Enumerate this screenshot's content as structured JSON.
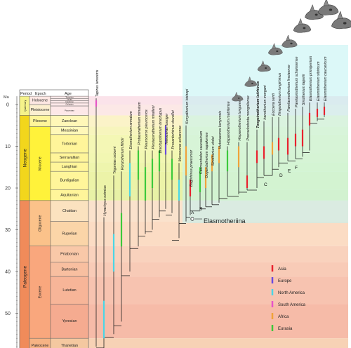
{
  "timescale": {
    "headers": {
      "ma": "Ma",
      "period": "Period",
      "epoch": "Epoch",
      "age": "Age"
    },
    "ticks": [
      "0",
      "10",
      "20",
      "30",
      "40",
      "50"
    ],
    "periods": [
      {
        "label": "Quaternary",
        "color": "#f5f28a"
      },
      {
        "label": "Neogene",
        "color": "#f2d61c"
      },
      {
        "label": "Paleogene",
        "color": "#f08b5a"
      }
    ],
    "epochs": [
      {
        "label": "Holocene",
        "color": "#fce6e2"
      },
      {
        "label": "Pleistocene",
        "color": "#fcefd0"
      },
      {
        "label": "Pliocene",
        "color": "#fff59a"
      },
      {
        "label": "Miocene",
        "color": "#fff23a"
      },
      {
        "label": "Oligocene",
        "color": "#fbc28a"
      },
      {
        "label": "Eocene",
        "color": "#f9a77d"
      },
      {
        "label": "Paleocene",
        "color": "#f6b384"
      }
    ],
    "ages": [
      {
        "label": "Tarantian",
        "color": "#fde8e8"
      },
      {
        "label": "Ionian",
        "color": "#fde8e8"
      },
      {
        "label": "Calabrian",
        "color": "#fde8e8"
      },
      {
        "label": "Gelasian",
        "color": "#fde8e8"
      },
      {
        "label": "Piacenzian",
        "color": "#fde8e8"
      },
      {
        "label": "Zanclean",
        "color": "#fff7b8"
      },
      {
        "label": "Messinian",
        "color": "#fff7b8"
      },
      {
        "label": "Tortonian",
        "color": "#fff59a"
      },
      {
        "label": "Serravallian",
        "color": "#fff59a"
      },
      {
        "label": "Langhian",
        "color": "#fff59a"
      },
      {
        "label": "Burdigalian",
        "color": "#fff59a"
      },
      {
        "label": "Aquitanian",
        "color": "#fff59a"
      },
      {
        "label": "Chattian",
        "color": "#fbe2bf"
      },
      {
        "label": "Rupelian",
        "color": "#fbd5a8"
      },
      {
        "label": "Priabonian",
        "color": "#f9c8a8"
      },
      {
        "label": "Bartonian",
        "color": "#f8bfa0"
      },
      {
        "label": "Lutetian",
        "color": "#f7b598"
      },
      {
        "label": "Ypresian",
        "color": "#f5ab90"
      },
      {
        "label": "Thanetian",
        "color": "#f4c8a0"
      }
    ]
  },
  "taxa": [
    {
      "name": "Tapirus terrestris",
      "color": "#e754c8"
    },
    {
      "name": "Hyrachyus eximius",
      "color": "#4ad6e6"
    },
    {
      "name": "Trigonias osborni",
      "color": "#4ad6e6"
    },
    {
      "name": "Ronzotherium filholi",
      "color": "#3cc93c"
    },
    {
      "name": "Diceratherium armatum",
      "color": "#4ad6e6"
    },
    {
      "name": "Protaceratherium minutum",
      "color": "#3cc93c"
    },
    {
      "name": "Pleuroceros pleuroceros",
      "color": "#3cc93c"
    },
    {
      "name": "Plesiaceratherium mirallesi",
      "color": "#3cc93c"
    },
    {
      "name": "Brachypotherium brachypus",
      "color": "#3cc93c"
    },
    {
      "name": "Teleoceras fossiger",
      "color": "#6a4adf"
    },
    {
      "name": "Prosantorhinus douvillei",
      "color": "#3cc93c"
    },
    {
      "name": "Menoceras arikarense",
      "color": "#4ad6e6"
    },
    {
      "name": "Kenyatherium bishopi",
      "color": "#f0a23a"
    },
    {
      "name": "Bugtirhinus praecursor",
      "color": "#e8222e"
    },
    {
      "name": "Caementodon caucasicum",
      "color": "#3cc93c"
    },
    {
      "name": "Ougandatherium napakense",
      "color": "#f0a23a"
    },
    {
      "name": "Sinotherium uhdei",
      "color": "#f0a23a"
    },
    {
      "name": "Victoriaceros kenyensis",
      "color": "#f0a23a"
    },
    {
      "name": "Hispanotherium matritense",
      "color": "#3cc93c"
    },
    {
      "name": "Hispanotherium tungurense",
      "color": "#f0a23a"
    },
    {
      "name": "Procoelodonta mongoliense",
      "color": "#e8222e"
    },
    {
      "name": "Tongxinotherium latirhinus",
      "color": "#e8222e"
    },
    {
      "name": "Iranotherium morgani",
      "color": "#e8222e"
    },
    {
      "name": "Eocoera senti",
      "color": "#f0a23a"
    },
    {
      "name": "Ningxiatherium longirhinus",
      "color": "#e8222e"
    },
    {
      "name": "Parelasmotherium linxiaense",
      "color": "#e8222e"
    },
    {
      "name": "Parelasmotherium schansiense",
      "color": "#e8222e"
    },
    {
      "name": "Sinotherium lagrelii",
      "color": "#e8222e"
    },
    {
      "name": "Elasmotherium primigenium",
      "color": "#e8222e"
    },
    {
      "name": "Elasmotherium sibiricum",
      "color": "#e8222e"
    },
    {
      "name": "Elasmotherium caucasicum",
      "color": "#e8222e"
    }
  ],
  "nodes": [
    "A",
    "B",
    "C",
    "D",
    "E",
    "F"
  ],
  "clade_label": "Elasmotheriina",
  "legend": [
    {
      "label": "Asia",
      "color": "#e8222e"
    },
    {
      "label": "Europe",
      "color": "#6a4adf"
    },
    {
      "label": "North America",
      "color": "#4ad6e6"
    },
    {
      "label": "South America",
      "color": "#e754c8"
    },
    {
      "label": "Africa",
      "color": "#f0a23a"
    },
    {
      "label": "Eurasia",
      "color": "#3cc93c"
    }
  ],
  "colors": {
    "clade_highlight": "#bff3f3",
    "tree_line": "#222222"
  }
}
